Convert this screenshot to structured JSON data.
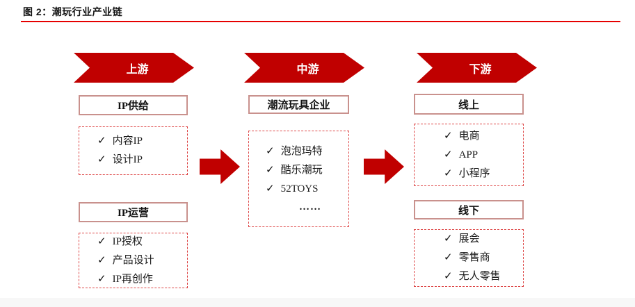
{
  "title": "图 2：潮玩行业产业链",
  "checkmark": "✓",
  "colors": {
    "banner_red": "#c00000",
    "rule_red": "#e60000",
    "solid_box_border": "#c9918d",
    "dashed_box_border": "#dd4444",
    "text": "#1a1a1a"
  },
  "stages": [
    {
      "banner": "上游",
      "groups": [
        {
          "header": "IP供给",
          "items": [
            "内容IP",
            "设计IP"
          ]
        },
        {
          "header": "IP运营",
          "items": [
            "IP授权",
            "产品设计",
            "IP再创作"
          ]
        }
      ]
    },
    {
      "banner": "中游",
      "groups": [
        {
          "header": "潮流玩具企业",
          "items": [
            "泡泡玛特",
            "酷乐潮玩",
            "52TOYS"
          ],
          "ellipsis": "……"
        }
      ]
    },
    {
      "banner": "下游",
      "groups": [
        {
          "header": "线上",
          "items": [
            "电商",
            "APP",
            "小程序"
          ]
        },
        {
          "header": "线下",
          "items": [
            "展会",
            "零售商",
            "无人零售"
          ]
        }
      ]
    }
  ]
}
